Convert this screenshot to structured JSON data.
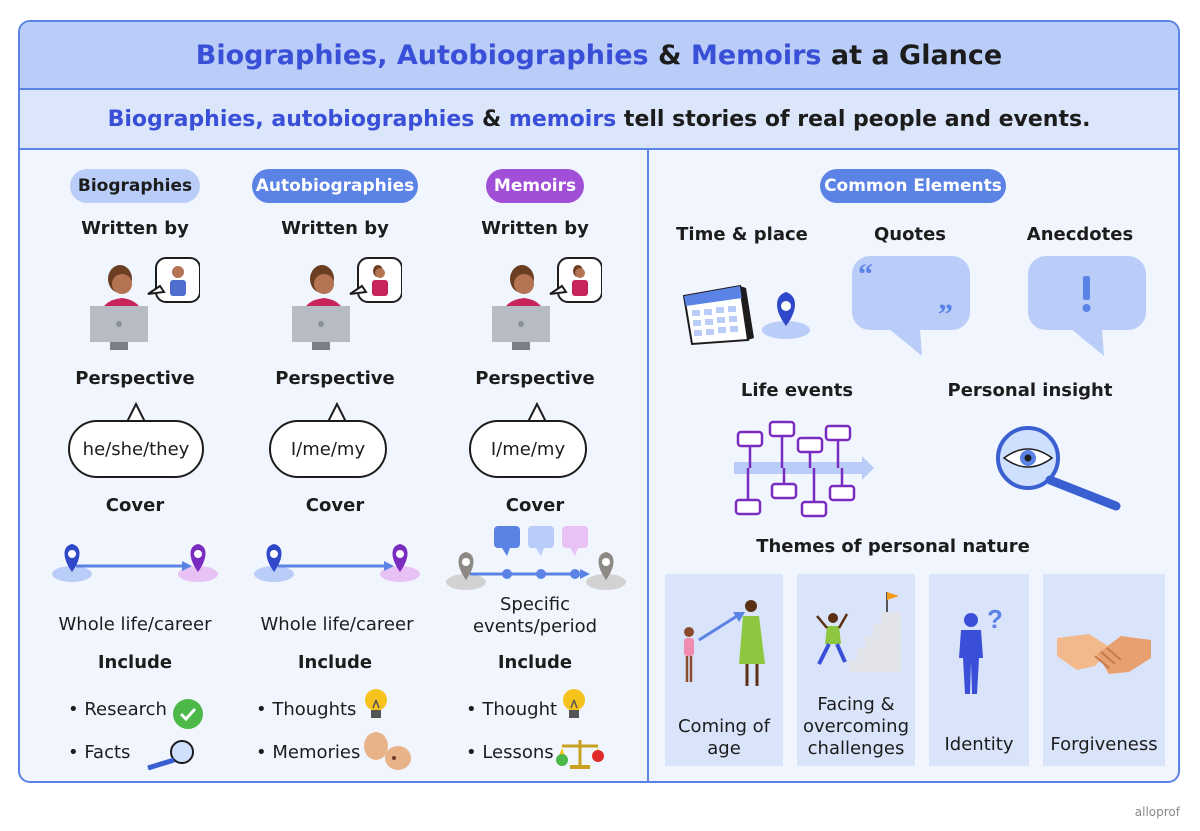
{
  "title": {
    "part1": "Biographies, Autobiographies",
    "amp": " & ",
    "part2": "Memoirs",
    "part3": " at a Glance"
  },
  "subtitle": {
    "part1": "Biographies, autobiographies",
    "amp": " & ",
    "part2": "memoirs",
    "part3": " tell stories of real people and events."
  },
  "colors": {
    "accent": "#5b83e6",
    "biography": "#b9cdf8",
    "autobiography": "#5b83e6",
    "memoir": "#a24fd8",
    "highlight_text": "#3a4fd8"
  },
  "columns": [
    {
      "heading": "Biographies",
      "written_by": "Written by",
      "perspective_label": "Perspective",
      "perspective": "he/she/they",
      "cover_label": "Cover",
      "cover": "Whole life/career",
      "include_label": "Include",
      "include": [
        "Research",
        "Facts"
      ],
      "include_icons": [
        "check-icon",
        "magnifier-icon"
      ]
    },
    {
      "heading": "Autobiographies",
      "written_by": "Written by",
      "perspective_label": "Perspective",
      "perspective": "I/me/my",
      "cover_label": "Cover",
      "cover": "Whole life/career",
      "include_label": "Include",
      "include": [
        "Thoughts",
        "Memories"
      ],
      "include_icons": [
        "lightbulb-icon",
        "heads-icon"
      ]
    },
    {
      "heading": "Memoirs",
      "written_by": "Written by",
      "perspective_label": "Perspective",
      "perspective": "I/me/my",
      "cover_label": "Cover",
      "cover": "Specific events/period",
      "include_label": "Include",
      "include": [
        "Thought",
        "Lessons"
      ],
      "include_icons": [
        "lightbulb-icon",
        "scale-icon"
      ]
    }
  ],
  "common": {
    "heading": "Common Elements",
    "time_place": "Time & place",
    "quotes": "Quotes",
    "anecdotes": "Anecdotes",
    "life_events": "Life events",
    "personal_insight": "Personal insight",
    "themes_heading": "Themes of personal nature",
    "themes": [
      "Coming of age",
      "Facing & overcoming challenges",
      "Identity",
      "Forgiveness"
    ]
  },
  "logo": "alloprof"
}
